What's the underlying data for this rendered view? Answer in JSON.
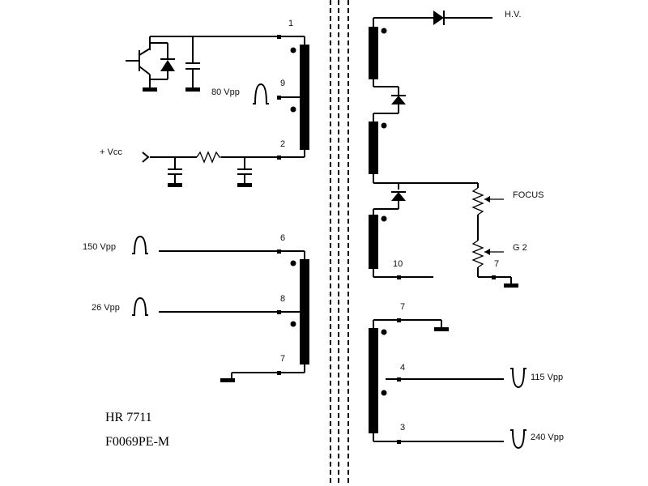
{
  "part": {
    "model": "HR 7711",
    "code": "F0069PE-M"
  },
  "pins": {
    "p1": "1",
    "p9": "9",
    "p2": "2",
    "p6": "6",
    "p8": "8",
    "p7a": "7",
    "p10": "10",
    "p7b": "7",
    "p7c": "7",
    "p4": "4",
    "p3": "3"
  },
  "signals": {
    "vpp80": "80 Vpp",
    "vcc": "+ Vcc",
    "vpp150": "150 Vpp",
    "vpp26": "26 Vpp",
    "hv": "H.V.",
    "focus": "FOCUS",
    "g2": "G 2",
    "vpp115": "115 Vpp",
    "vpp240": "240 Vpp"
  },
  "icons": {
    "pulse": "pulse-waveform-icon",
    "diode": "diode-icon",
    "transistor": "npn-transistor-icon",
    "capacitor": "capacitor-icon",
    "resistor": "resistor-icon",
    "potentiometer": "potentiometer-icon",
    "ground": "ground-icon"
  }
}
